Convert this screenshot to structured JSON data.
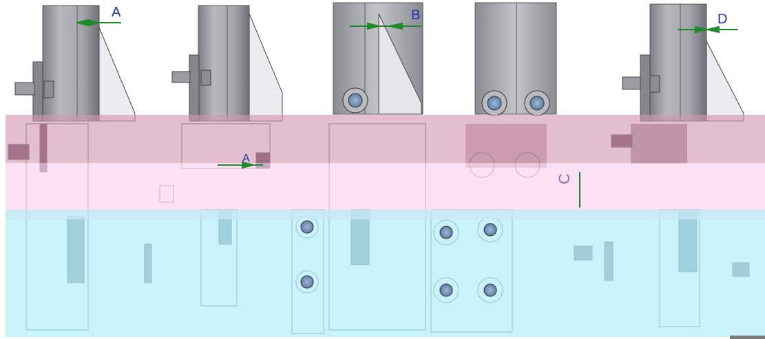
{
  "labels": {
    "a_top": "A",
    "b_top": "B",
    "d_top": "D",
    "a_overlay": "A",
    "c_overlay": "C"
  },
  "colors": {
    "label_blue": "#1c2fae",
    "dimension_green": "#1f8a2b",
    "plate_gray": "#9ea0a6",
    "bolt_blue": "#7fa3c7",
    "band_pink": "#d296af",
    "band_light_pink": "#fad6ee",
    "band_cyan": "#b6eef6"
  },
  "icons": {
    "dimension_arrow": "dimension-arrow-icon",
    "bolt": "hex-bolt-icon",
    "bolt_circle": "bolt-circle-icon"
  }
}
